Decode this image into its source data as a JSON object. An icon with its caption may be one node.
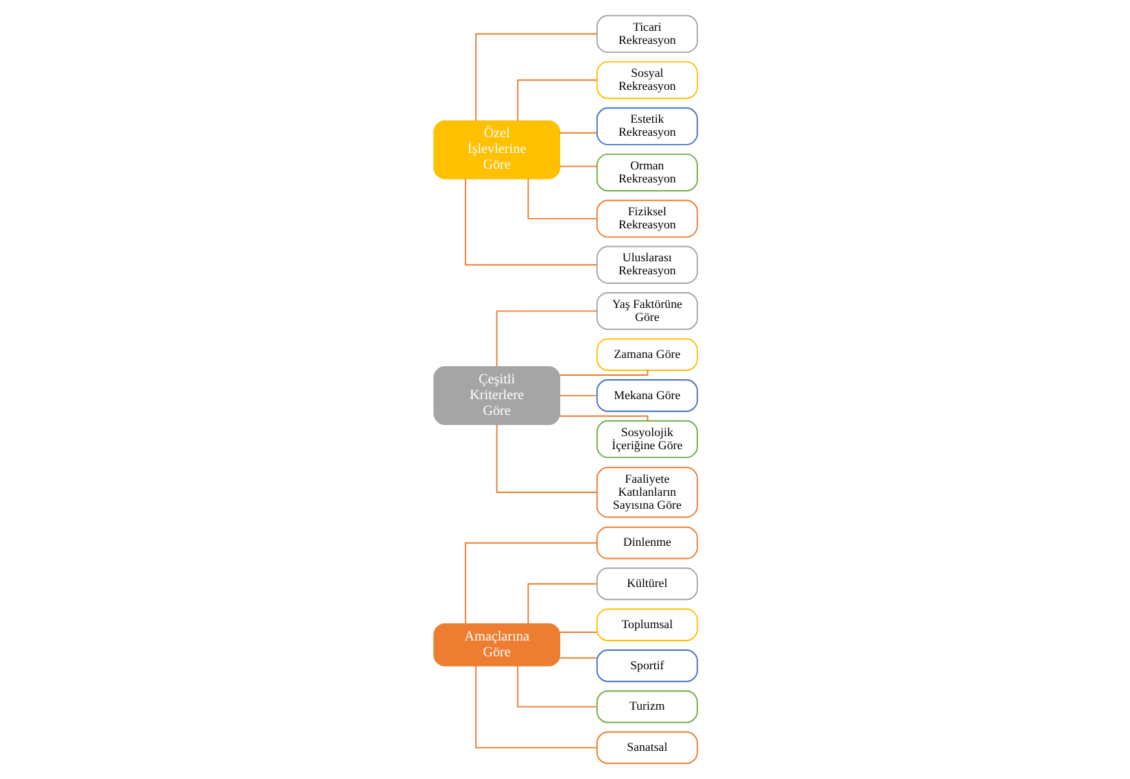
{
  "diagram": {
    "nodes": [
      {
        "text": [
          "Amaçlarına Göre"
        ]
      },
      {
        "text": [
          "Dinlenme"
        ]
      },
      {
        "text": [
          "Kültürel"
        ]
      },
      {
        "text": [
          "Toplumsal"
        ]
      },
      {
        "text": [
          "Sportif"
        ]
      },
      {
        "text": [
          "Turizm"
        ]
      },
      {
        "text": [
          "Sanatsal"
        ]
      },
      {
        "text": [
          "Çeşitli Kriterlere Göre"
        ]
      },
      {
        "text": [
          "Yaş Faktörüne Göre"
        ]
      },
      {
        "text": [
          "Zamana Göre"
        ]
      },
      {
        "text": [
          "Mekana Göre"
        ]
      },
      {
        "text": [
          "Sosyolojik İçeriğine Göre"
        ]
      },
      {
        "text": [
          "Faaliyete Katılanların Sayısına Göre"
        ]
      },
      {
        "text": [
          "Özel İşlevlerine Göre"
        ]
      },
      {
        "text": [
          "Ticari Rekreasyon"
        ]
      },
      {
        "text": [
          "Sosyal Rekreasyon"
        ]
      },
      {
        "text": [
          "Estetik Rekreasyon"
        ]
      },
      {
        "text": [
          "Orman Rekreasyon"
        ]
      },
      {
        "text": [
          "Fiziksel Rekreasyon"
        ]
      },
      {
        "text": [
          "Uluslarası Rekreasyon"
        ]
      }
    ],
    "edges": [
      {
        "from": 0,
        "to": 1,
        "arrow": "none"
      },
      {
        "from": 0,
        "to": 2,
        "arrow": "none"
      },
      {
        "from": 0,
        "to": 3,
        "arrow": "none"
      },
      {
        "from": 0,
        "to": 4,
        "arrow": "none"
      },
      {
        "from": 0,
        "to": 5,
        "arrow": "none"
      },
      {
        "from": 0,
        "to": 6,
        "arrow": "none"
      },
      {
        "from": 7,
        "to": 8,
        "arrow": "none"
      },
      {
        "from": 7,
        "to": 9,
        "arrow": "none"
      },
      {
        "from": 7,
        "to": 10,
        "arrow": "none"
      },
      {
        "from": 7,
        "to": 11,
        "arrow": "none"
      },
      {
        "from": 7,
        "to": 12,
        "arrow": "none"
      },
      {
        "from": 13,
        "to": 14,
        "arrow": "none"
      },
      {
        "from": 13,
        "to": 15,
        "arrow": "none"
      },
      {
        "from": 13,
        "to": 16,
        "arrow": "none"
      },
      {
        "from": 13,
        "to": 17,
        "arrow": "none"
      },
      {
        "from": 13,
        "to": 18,
        "arrow": "none"
      },
      {
        "from": 13,
        "to": 19,
        "arrow": "none"
      }
    ]
  }
}
